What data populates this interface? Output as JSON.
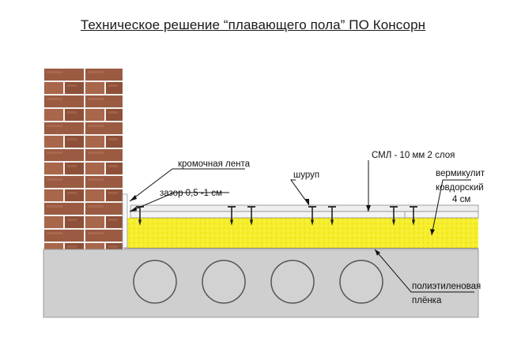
{
  "title": "Техническое решение “плавающего пола” ПО Консорн",
  "labels": {
    "edge_tape": "кромочная лента",
    "gap": "зазор 0,5 -1 см",
    "screw": "шуруп",
    "gvl": "СМЛ - 10 мм 2 слоя",
    "vermiculite_1": "вермикулит",
    "vermiculite_2": "ковдорский",
    "vermiculite_3": "4 см",
    "film_1": "полиэтиленовая",
    "film_2": "плёнка"
  },
  "colors": {
    "brick": "#9a5b42",
    "brick_light": "#b87a60",
    "mortar": "#f3f1ee",
    "vermiculite": "#f6ee2a",
    "slab": "#cfcfcf",
    "board": "#eeeeee"
  }
}
